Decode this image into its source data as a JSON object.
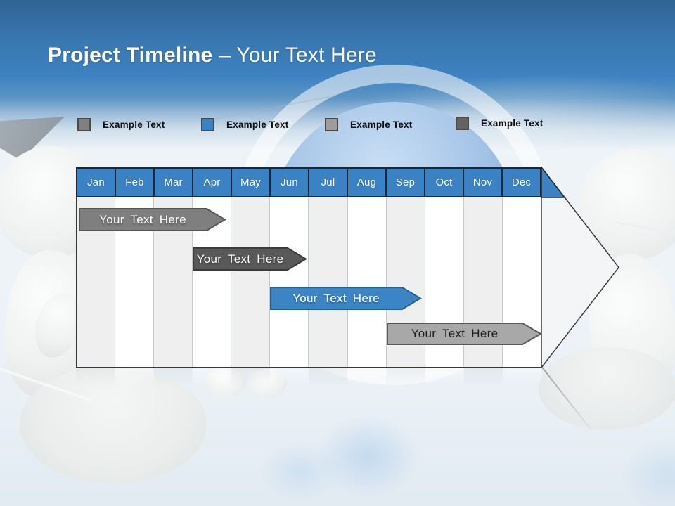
{
  "slide": {
    "title_bold": "Project Timeline",
    "title_light": "– Your Text Here",
    "accent_blue": "#3b82c4",
    "banner_gradient_top": "#2f6392",
    "banner_gradient_mid": "#3e82c1"
  },
  "legend": {
    "items": [
      {
        "label": "Example Text",
        "swatch_color": "#808080"
      },
      {
        "label": "Example Text",
        "swatch_color": "#3b82c4"
      },
      {
        "label": "Example Text",
        "swatch_color": "#9d9d9d"
      },
      {
        "label": "Example Text",
        "swatch_color": "#636363"
      }
    ]
  },
  "timeline": {
    "months": [
      "Jan",
      "Feb",
      "Mar",
      "Apr",
      "May",
      "Jun",
      "Jul",
      "Aug",
      "Sep",
      "Oct",
      "Nov",
      "Dec"
    ],
    "header_fill": "#3b82c4",
    "header_text_color": "#ffffff",
    "body_stripe_colors": [
      "#efefef",
      "#ffffff"
    ],
    "bars": [
      {
        "label": "Your Text Here",
        "start_month": "Jan",
        "end_month": "Apr",
        "fill": "#7f7f7f",
        "border": "#565656",
        "text_color": "#ffffff",
        "row": 1
      },
      {
        "label": "Your Text Here",
        "start_month": "Apr",
        "end_month": "Jun",
        "fill": "#595959",
        "border": "#3b3b3b",
        "text_color": "#ffffff",
        "row": 2
      },
      {
        "label": "Your Text Here",
        "start_month": "Jun",
        "end_month": "Sep",
        "fill": "#3c85c4",
        "border": "#2a5e8e",
        "text_color": "#ffffff",
        "row": 3
      },
      {
        "label": "Your Text Here",
        "start_month": "Sep",
        "end_month": "Dec",
        "fill": "#a8a8a8",
        "border": "#5a5a5a",
        "text_color": "#1d1d1d",
        "row": 4
      }
    ]
  }
}
